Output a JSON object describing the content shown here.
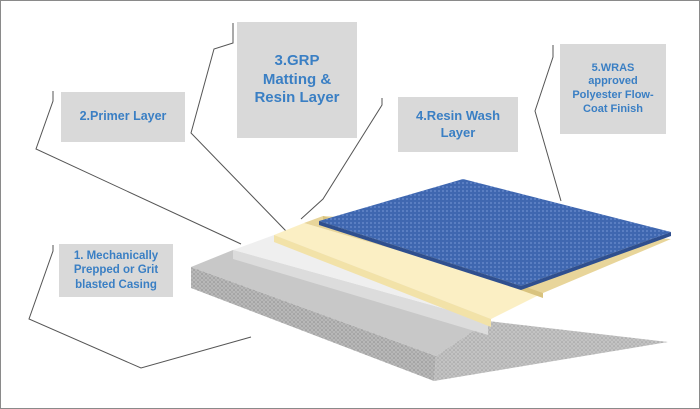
{
  "labels": {
    "l1": "1. Mechanically Prepped or Grit blasted Casing",
    "l2": "2.Primer Layer",
    "l3": "3.GRP Matting & Resin Layer",
    "l4": "4.Resin Wash Layer",
    "l5": "5.WRAS approved Polyester Flow-Coat Finish"
  },
  "colors": {
    "label_bg": "#d9d9d9",
    "label_text": "#3a7fc4",
    "casing": "#bdbdbd",
    "primer": "#ececec",
    "grp": "#fbefc4",
    "resin_wash": "#e8d59a",
    "flowcoat": "#3f67b0",
    "leader": "#555555"
  }
}
